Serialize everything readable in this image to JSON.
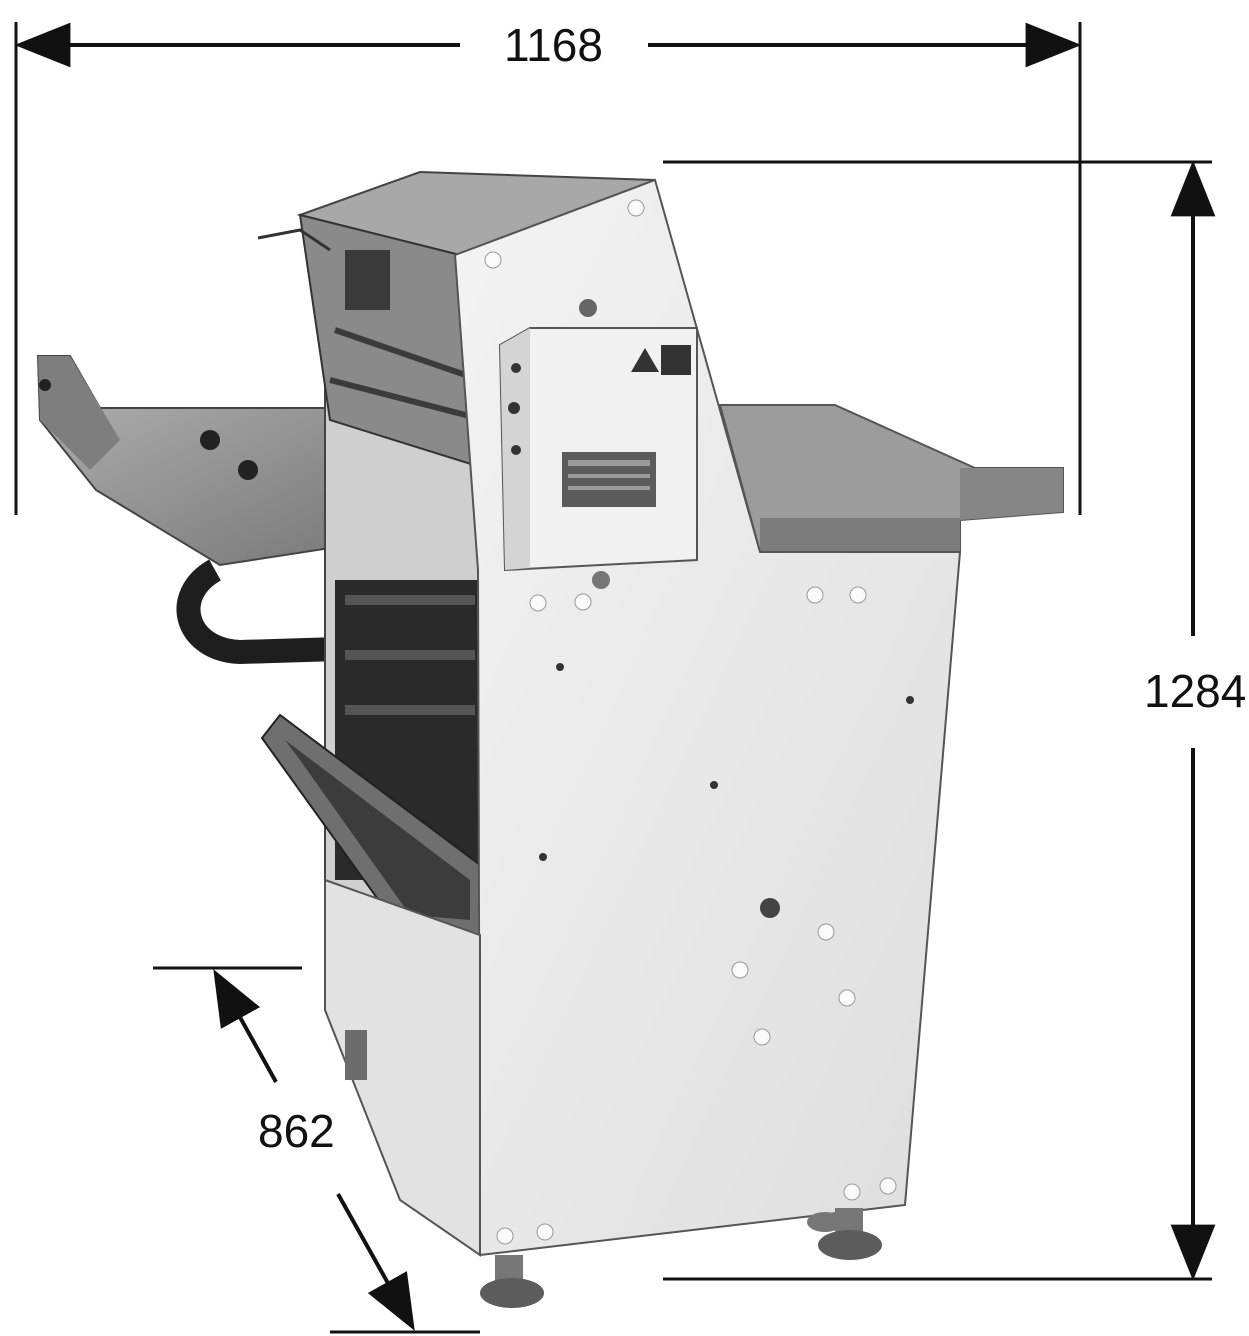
{
  "dimensions": {
    "width": {
      "label": "1168"
    },
    "height": {
      "label": "1284"
    },
    "depth": {
      "label": "862"
    }
  },
  "colors": {
    "line": "#111111",
    "panel": "#ececec",
    "metal": "#8f8f8f",
    "dark": "#2b2b2b"
  }
}
